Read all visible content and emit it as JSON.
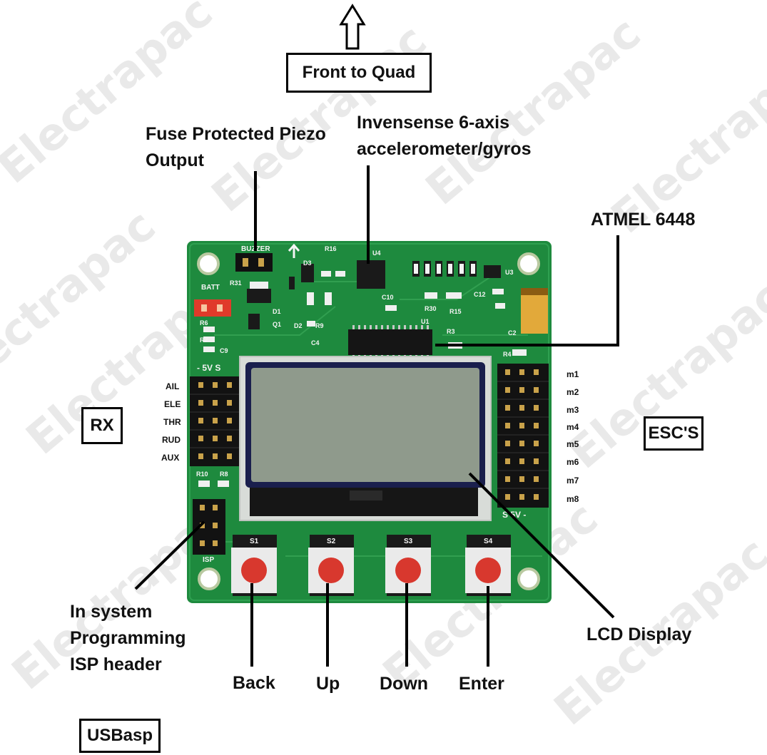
{
  "watermark": "Electrapac",
  "front_label": "Front to Quad",
  "callouts": {
    "piezo_line1": "Fuse Protected Piezo",
    "piezo_line2": "Output",
    "imu_line1": "Invensense 6-axis",
    "imu_line2": "accelerometer/gyros",
    "atmel": "ATMEL 6448",
    "lcd": "LCD Display",
    "isp_line1": "In system",
    "isp_line2": "Programming",
    "isp_line3": "ISP header"
  },
  "boxes": {
    "rx": "RX",
    "esc": "ESC'S",
    "usbasp": "USBasp"
  },
  "buttons": [
    {
      "label": "Back",
      "silk": "S1"
    },
    {
      "label": "Up",
      "silk": "S2"
    },
    {
      "label": "Down",
      "silk": "S3"
    },
    {
      "label": "Enter",
      "silk": "S4"
    }
  ],
  "rx_pins": [
    "AIL",
    "ELE",
    "THR",
    "RUD",
    "AUX"
  ],
  "motor_pins": [
    "m1",
    "m2",
    "m3",
    "m4",
    "m5",
    "m6",
    "m7",
    "m8"
  ],
  "silkscreen": {
    "buzzer": "BUZZER",
    "batt": "BATT",
    "isp": "ISP",
    "header_left": "-   5V  S",
    "header_right": "S  5V  -",
    "u1": "U1",
    "u3": "U3",
    "u4": "U4",
    "r16": "R16",
    "r31": "R31",
    "r6": "R6",
    "r7": "R7",
    "r9": "R9",
    "r3": "R3",
    "r4": "R4",
    "r10": "R10",
    "r8": "R8",
    "r15": "R15",
    "r30": "R30",
    "c9": "C9",
    "c4": "C4",
    "c10": "C10",
    "c12": "C12",
    "c2": "C2",
    "d1": "D1",
    "d2": "D2",
    "d3": "D3",
    "q1": "Q1"
  },
  "colors": {
    "pcb": "#1e8a3e",
    "pcb_dark": "#157031",
    "button_cap": "#d8382e",
    "lcd_screen": "#8f9a8c",
    "batt_header": "#e03a2a"
  }
}
